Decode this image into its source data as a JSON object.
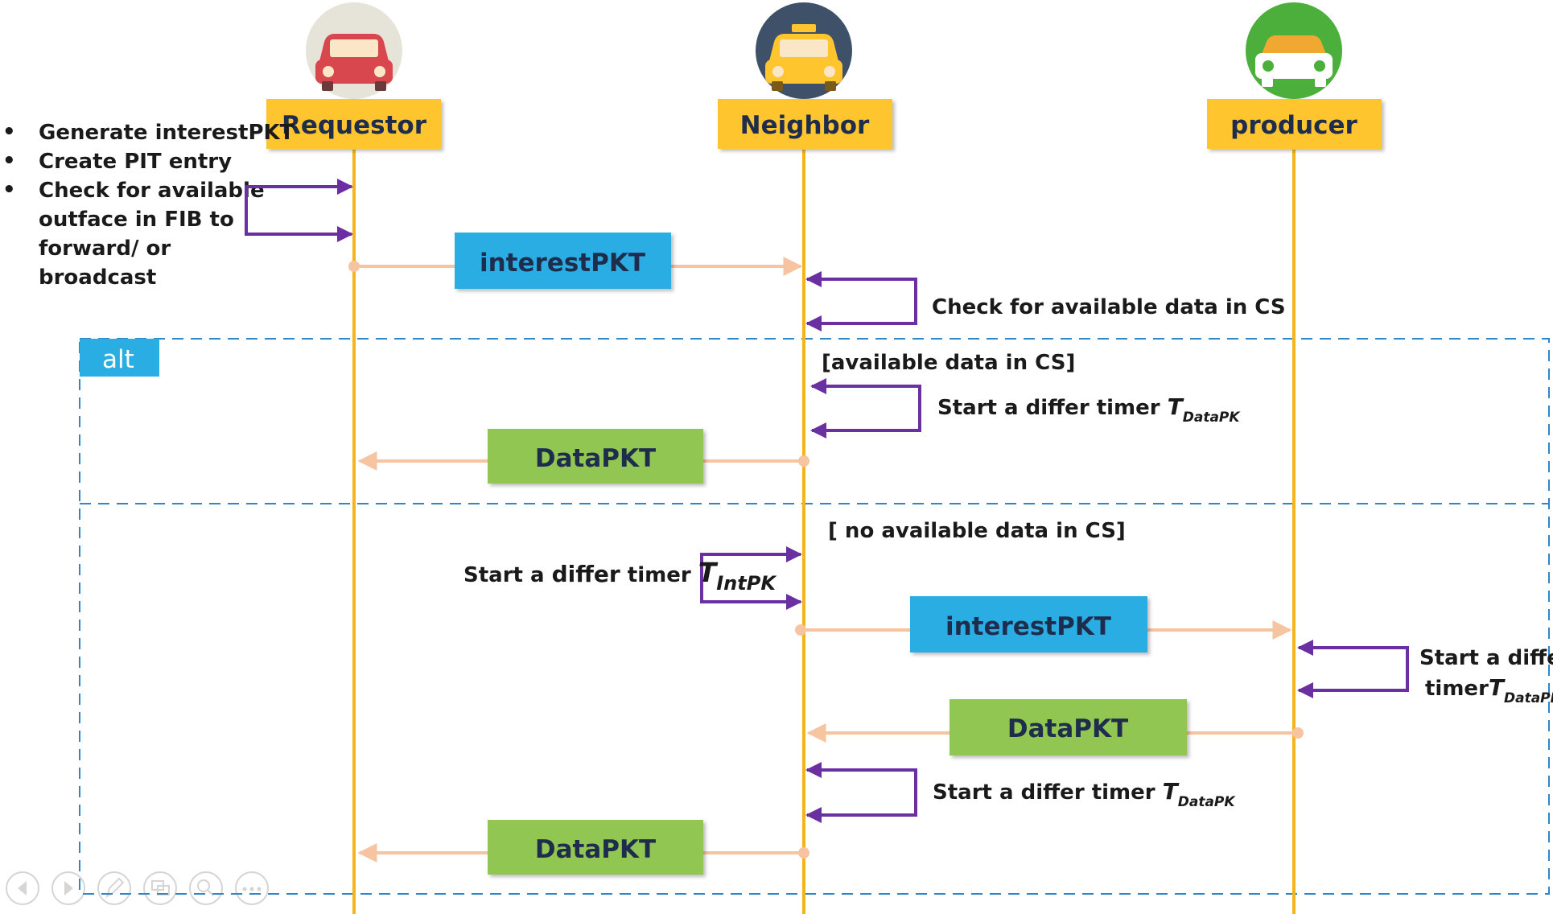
{
  "colors": {
    "lifeline": "#f5b41a",
    "header_fill": "#ffc52f",
    "header_text": "#1f2d4d",
    "interest_fill": "#29ade3",
    "data_fill": "#92c653",
    "self_loop": "#6a2fa0",
    "message_arrow": "#f6c4a0",
    "alt_border": "#2f86c8",
    "alt_tag_fill": "#29ade3"
  },
  "participants": {
    "requestor": {
      "label": "Requestor",
      "icon": "red-car-icon"
    },
    "neighbor": {
      "label": "Neighbor",
      "icon": "yellow-taxi-icon"
    },
    "producer": {
      "label": "producer",
      "icon": "green-car-icon"
    }
  },
  "requestor_notes": {
    "bullet": "•",
    "line1": "Generate interestPKT",
    "line2": "Create PIT entry",
    "line3a": "Check for available",
    "line3b": "outface in FIB to",
    "line3c": "forward/ or",
    "line3d": "broadcast"
  },
  "messages": {
    "m1": "interestPKT",
    "m2": "DataPKT",
    "m3": "interestPKT",
    "m4": "DataPKT",
    "m5": "DataPKT"
  },
  "notes": {
    "neighbor_check": "Check for available data in CS",
    "timer_prefix": "Start a differ timer ",
    "timer_prefix_b": "Start a ",
    "timer_word": "differ",
    "timer_word_b": " timer ",
    "t_symbol": "T",
    "sub_datapk": "DataPK",
    "sub_intpk": "IntPK",
    "producer_line1": "Start a differ",
    "producer_line2": "timer"
  },
  "alt": {
    "tag": "alt",
    "guard1": "[available data in CS]",
    "guard2": "[ no available data in CS]"
  },
  "nav_icons": [
    "prev-icon",
    "next-icon",
    "pen-icon",
    "slides-icon",
    "zoom-icon",
    "more-icon"
  ]
}
